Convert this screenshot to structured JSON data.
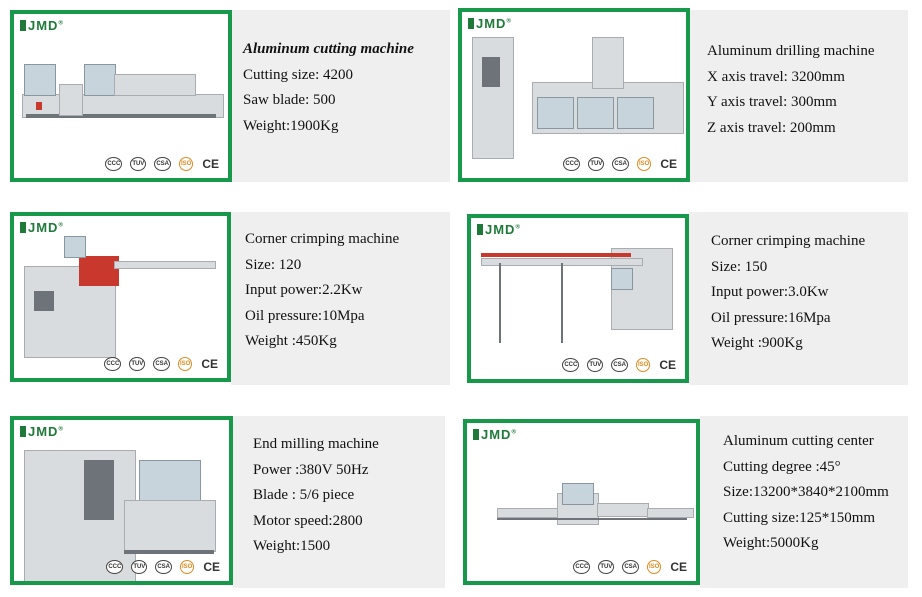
{
  "brand": {
    "logo": "JMD",
    "colors": {
      "accent": "#17984a",
      "panel": "#efefef"
    }
  },
  "certifications": [
    "CCC",
    "TUV",
    "CSA",
    "ISO",
    "CE"
  ],
  "cards": [
    {
      "title": "Aluminum cutting machine",
      "specs": [
        "Cutting size: 4200",
        "Saw blade: 500",
        "Weight:1900Kg"
      ]
    },
    {
      "title": "Aluminum drilling machine",
      "specs": [
        "X axis travel: 3200mm",
        "Y axis travel: 300mm",
        "Z axis travel: 200mm"
      ]
    },
    {
      "title": "Corner crimping machine",
      "specs": [
        "Size: 120",
        "Input power:2.2Kw",
        "Oil pressure:10Mpa",
        "Weight :450Kg"
      ]
    },
    {
      "title": "Corner crimping machine",
      "specs": [
        "Size: 150",
        "Input power:3.0Kw",
        "Oil pressure:16Mpa",
        "Weight :900Kg"
      ]
    },
    {
      "title": "End milling machine",
      "specs": [
        "Power :380V 50Hz",
        "Blade : 5/6 piece",
        "Motor speed:2800",
        "Weight:1500"
      ]
    },
    {
      "title": "Aluminum cutting center",
      "specs": [
        "Cutting degree :45°",
        "Size:13200*3840*2100mm",
        "Cutting size:125*150mm",
        "Weight:5000Kg"
      ]
    }
  ]
}
